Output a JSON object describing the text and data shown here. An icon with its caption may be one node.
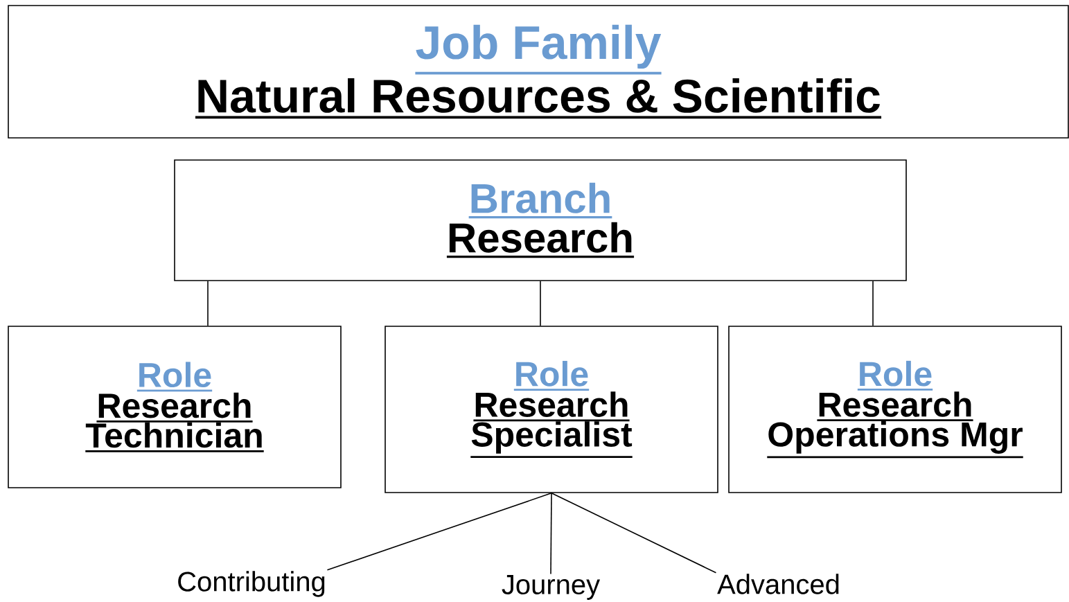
{
  "diagram": {
    "nodes": [
      {
        "text": [
          "Job Family",
          "Natural Resources & Scientific"
        ]
      },
      {
        "text": [
          "Branch",
          "Research"
        ]
      },
      {
        "text": [
          "Role",
          "Research Technician"
        ]
      },
      {
        "text": [
          "Role",
          "Research Specialist"
        ]
      },
      {
        "text": [
          "Role",
          "Research Operations Mgr"
        ]
      },
      {
        "text": [
          "Contributing"
        ]
      },
      {
        "text": [
          "Journey"
        ]
      },
      {
        "text": [
          "Advanced"
        ]
      }
    ],
    "edges": [
      {
        "from": 1,
        "to": 2,
        "arrow": "none"
      },
      {
        "from": 1,
        "to": 3,
        "arrow": "none"
      },
      {
        "from": 1,
        "to": 4,
        "arrow": "none"
      },
      {
        "from": 3,
        "to": 5,
        "arrow": "none"
      },
      {
        "from": 3,
        "to": 6,
        "arrow": "none"
      },
      {
        "from": 3,
        "to": 7,
        "arrow": "none"
      }
    ]
  }
}
